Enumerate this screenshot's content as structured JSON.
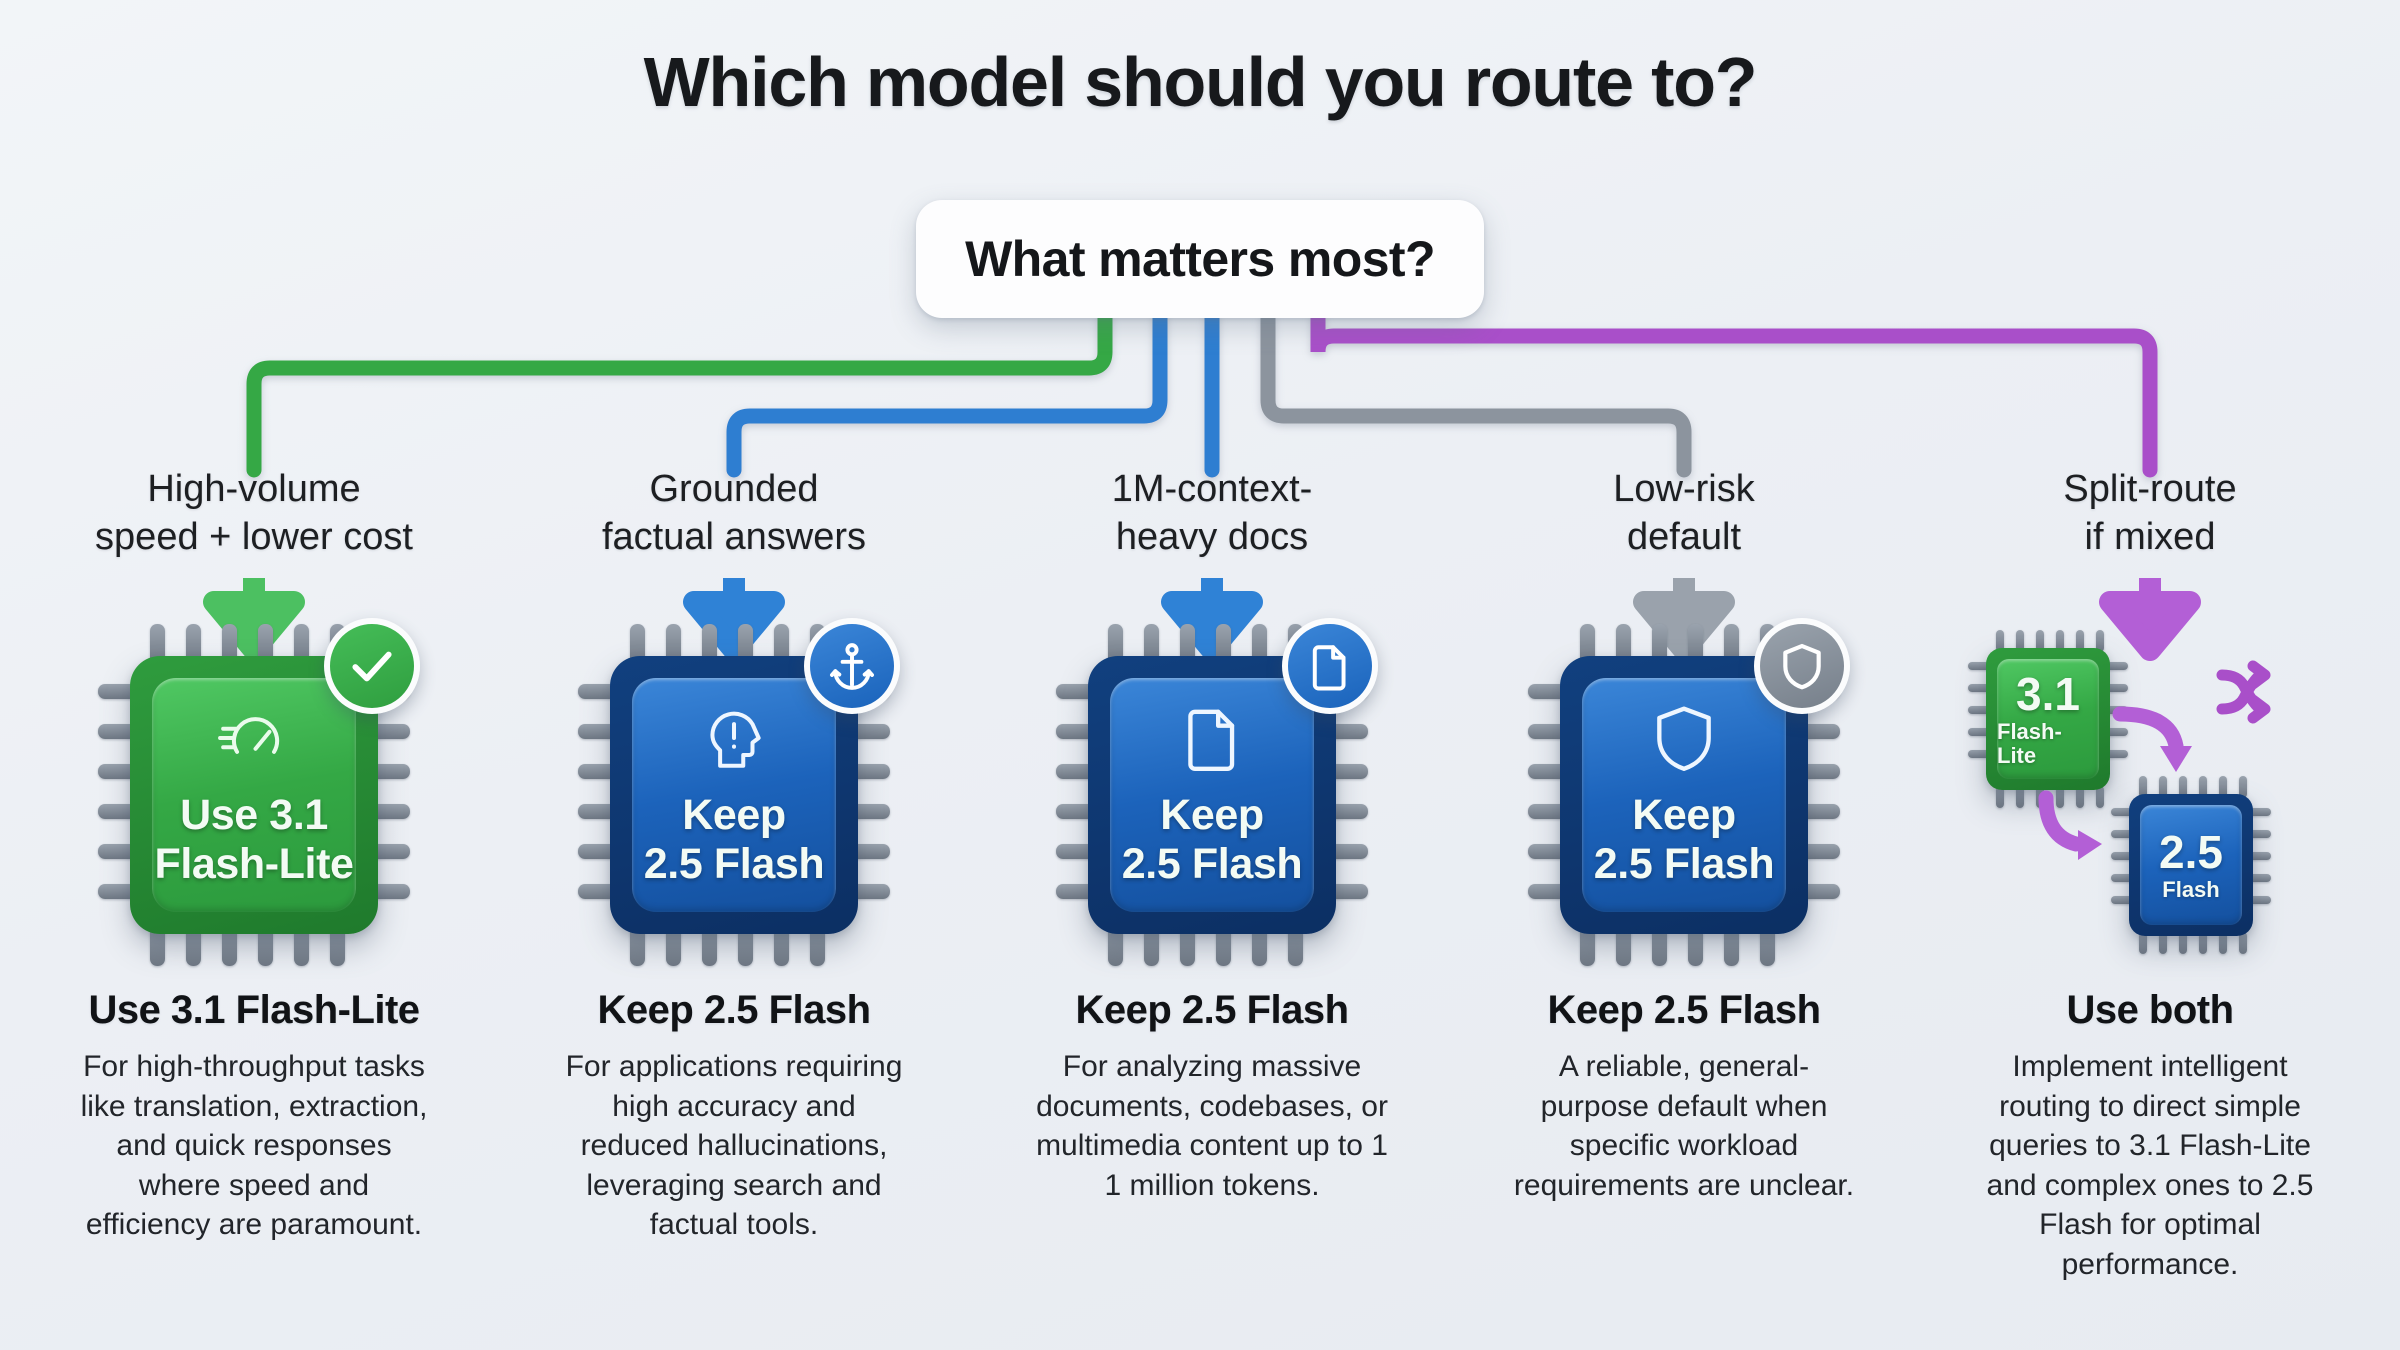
{
  "title": "Which model should you route to?",
  "root": {
    "label": "What matters most?"
  },
  "colors": {
    "green": "#34a845",
    "blue": "#1c63bb",
    "blue_light": "#3b86d8",
    "gray": "#8c949e",
    "purple": "#a94fc9"
  },
  "branches": [
    {
      "label_line1": "High-volume",
      "label_line2": "speed + lower cost",
      "color": "green"
    },
    {
      "label_line1": "Grounded",
      "label_line2": "factual answers",
      "color": "blue_light"
    },
    {
      "label_line1": "1M-context-",
      "label_line2": "heavy docs",
      "color": "blue_light"
    },
    {
      "label_line1": "Low-risk",
      "label_line2": "default",
      "color": "gray"
    },
    {
      "label_line1": "Split-route",
      "label_line2": "if mixed",
      "color": "purple"
    }
  ],
  "columns": [
    {
      "chip": {
        "line1": "Use 3.1",
        "line2": "Flash-Lite",
        "tone": "green",
        "icon": "speedometer-icon"
      },
      "badge": {
        "icon": "check-icon",
        "tone": "green"
      },
      "caption_title": "Use 3.1 Flash-Lite",
      "caption_body": "For high-throughput tasks like translation, extraction, and quick responses where speed and efficiency are paramount."
    },
    {
      "chip": {
        "line1": "Keep",
        "line2": "2.5 Flash",
        "tone": "blue",
        "icon": "head-alert-icon"
      },
      "badge": {
        "icon": "anchor-icon",
        "tone": "blue"
      },
      "caption_title": "Keep 2.5 Flash",
      "caption_body": "For applications requiring high accuracy and reduced hallucinations, leveraging search and factual tools."
    },
    {
      "chip": {
        "line1": "Keep",
        "line2": "2.5 Flash",
        "tone": "blue",
        "icon": "document-icon"
      },
      "badge": {
        "icon": "document-icon",
        "tone": "blue"
      },
      "caption_title": "Keep 2.5 Flash",
      "caption_body": "For analyzing massive documents, codebases, or multimedia content up to 1 1 million tokens."
    },
    {
      "chip": {
        "line1": "Keep",
        "line2": "2.5 Flash",
        "tone": "blue",
        "icon": "shield-icon"
      },
      "badge": {
        "icon": "shield-icon",
        "tone": "gray"
      },
      "caption_title": "Keep 2.5 Flash",
      "caption_body": "A reliable, general-purpose default when specific workload requirements are unclear."
    },
    {
      "split": {
        "chip_a": {
          "num": "3.1",
          "sub": "Flash-Lite",
          "tone": "green"
        },
        "chip_b": {
          "num": "2.5",
          "sub": "Flash",
          "tone": "blue"
        },
        "icon": "shuffle-icon"
      },
      "caption_title": "Use both",
      "caption_body": "Implement intelligent routing to direct simple queries to 3.1 Flash-Lite and complex ones to 2.5 Flash for optimal performance."
    }
  ]
}
